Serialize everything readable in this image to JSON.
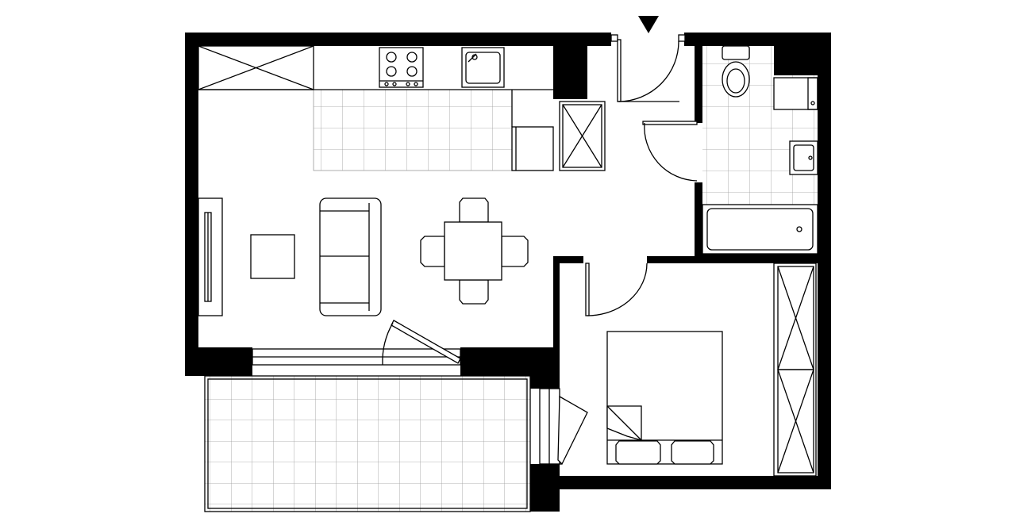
{
  "plan": {
    "rooms": [
      "living-kitchen",
      "hall",
      "bathroom",
      "bedroom",
      "balcony"
    ],
    "entrance_marker_icon": "triangle-down-icon"
  },
  "colors": {
    "wall": "#000000",
    "background": "#ffffff",
    "tile_lines": "#9a9a9a"
  }
}
